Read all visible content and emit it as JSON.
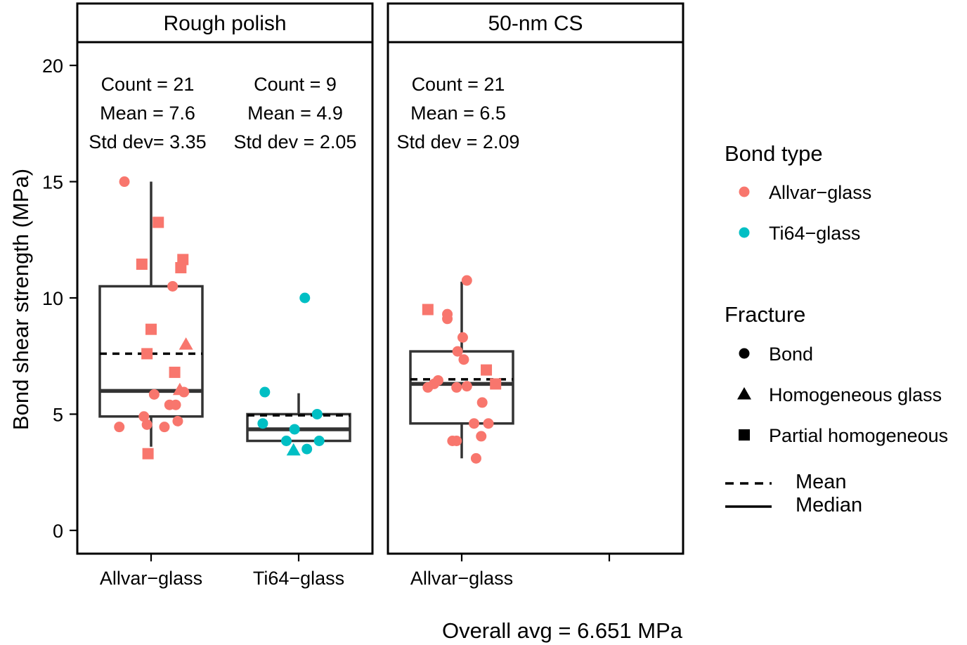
{
  "chart_data": {
    "type": "box",
    "ylabel": "Bond shear strength (MPa)",
    "ylim": [
      -1,
      21
    ],
    "yticks": [
      0,
      5,
      10,
      15,
      20
    ],
    "caption": "Overall avg = 6.651 MPa",
    "legend": {
      "color_title": "Bond type",
      "color_entries": [
        {
          "label": "Allvar−glass",
          "color": "#F8766D"
        },
        {
          "label": "Ti64−glass",
          "color": "#00BFC4"
        }
      ],
      "shape_title": "Fracture",
      "shape_entries": [
        {
          "label": "Bond",
          "shape": "circle"
        },
        {
          "label": "Homogeneous glass",
          "shape": "triangle"
        },
        {
          "label": "Partial homogeneous",
          "shape": "square"
        }
      ],
      "line_entries": [
        {
          "label": "Mean",
          "style": "dashed"
        },
        {
          "label": "Median",
          "style": "solid"
        }
      ]
    },
    "panels": [
      {
        "title": "Rough polish",
        "categories": [
          "Allvar−glass",
          "Ti64−glass"
        ],
        "groups": [
          {
            "category": "Allvar−glass",
            "color": "#F8766D",
            "stats": {
              "count": "Count = 21",
              "mean": "Mean = 7.6",
              "sd": "Std dev= 3.35"
            },
            "box": {
              "whisker_low": 3.6,
              "q1": 4.9,
              "median": 6.0,
              "q3": 10.5,
              "whisker_high": 15.0,
              "mean": 7.6
            },
            "points": [
              {
                "dx": -0.26,
                "y": 15.0,
                "shape": "circle"
              },
              {
                "dx": 0.07,
                "y": 13.25,
                "shape": "square"
              },
              {
                "dx": -0.09,
                "y": 11.45,
                "shape": "square"
              },
              {
                "dx": 0.31,
                "y": 11.65,
                "shape": "square"
              },
              {
                "dx": 0.29,
                "y": 11.3,
                "shape": "square"
              },
              {
                "dx": 0.21,
                "y": 10.5,
                "shape": "circle"
              },
              {
                "dx": 0.0,
                "y": 8.65,
                "shape": "square"
              },
              {
                "dx": 0.34,
                "y": 8.0,
                "shape": "triangle"
              },
              {
                "dx": -0.04,
                "y": 7.6,
                "shape": "square"
              },
              {
                "dx": 0.23,
                "y": 6.8,
                "shape": "square"
              },
              {
                "dx": 0.28,
                "y": 6.05,
                "shape": "triangle"
              },
              {
                "dx": 0.32,
                "y": 5.95,
                "shape": "circle"
              },
              {
                "dx": 0.03,
                "y": 5.85,
                "shape": "circle"
              },
              {
                "dx": 0.18,
                "y": 5.4,
                "shape": "circle"
              },
              {
                "dx": 0.24,
                "y": 5.4,
                "shape": "circle"
              },
              {
                "dx": -0.07,
                "y": 4.9,
                "shape": "circle"
              },
              {
                "dx": 0.26,
                "y": 4.7,
                "shape": "circle"
              },
              {
                "dx": -0.31,
                "y": 4.45,
                "shape": "circle"
              },
              {
                "dx": -0.04,
                "y": 4.55,
                "shape": "circle"
              },
              {
                "dx": 0.13,
                "y": 4.45,
                "shape": "circle"
              },
              {
                "dx": -0.03,
                "y": 3.3,
                "shape": "square"
              }
            ]
          },
          {
            "category": "Ti64−glass",
            "color": "#00BFC4",
            "stats": {
              "count": "Count = 9",
              "mean": "Mean = 4.9",
              "sd": "Std dev = 2.05"
            },
            "box": {
              "whisker_low": 3.85,
              "q1": 3.85,
              "median": 4.35,
              "q3": 5.0,
              "whisker_high": 5.9,
              "mean": 4.95
            },
            "points": [
              {
                "dx": 0.06,
                "y": 10.0,
                "shape": "circle"
              },
              {
                "dx": -0.33,
                "y": 5.95,
                "shape": "circle"
              },
              {
                "dx": 0.18,
                "y": 5.0,
                "shape": "circle"
              },
              {
                "dx": -0.35,
                "y": 4.6,
                "shape": "circle"
              },
              {
                "dx": -0.04,
                "y": 4.35,
                "shape": "circle"
              },
              {
                "dx": -0.12,
                "y": 3.85,
                "shape": "circle"
              },
              {
                "dx": 0.2,
                "y": 3.85,
                "shape": "circle"
              },
              {
                "dx": -0.05,
                "y": 3.45,
                "shape": "triangle"
              },
              {
                "dx": 0.08,
                "y": 3.5,
                "shape": "circle"
              }
            ]
          }
        ]
      },
      {
        "title": "50-nm CS",
        "categories": [
          "Allvar−glass",
          ""
        ],
        "groups": [
          {
            "category": "Allvar−glass",
            "color": "#F8766D",
            "stats": {
              "count": "Count = 21",
              "mean": "Mean = 6.5",
              "sd": "Std dev = 2.09"
            },
            "box": {
              "whisker_low": 3.1,
              "q1": 4.6,
              "median": 6.3,
              "q3": 7.7,
              "whisker_high": 10.7,
              "mean": 6.5
            },
            "points": [
              {
                "dx": 0.05,
                "y": 10.75,
                "shape": "circle"
              },
              {
                "dx": -0.33,
                "y": 9.5,
                "shape": "square"
              },
              {
                "dx": -0.14,
                "y": 9.3,
                "shape": "circle"
              },
              {
                "dx": -0.14,
                "y": 9.1,
                "shape": "circle"
              },
              {
                "dx": 0.01,
                "y": 8.3,
                "shape": "circle"
              },
              {
                "dx": -0.04,
                "y": 7.7,
                "shape": "circle"
              },
              {
                "dx": 0.02,
                "y": 7.35,
                "shape": "circle"
              },
              {
                "dx": 0.24,
                "y": 6.9,
                "shape": "square"
              },
              {
                "dx": -0.23,
                "y": 6.45,
                "shape": "circle"
              },
              {
                "dx": -0.27,
                "y": 6.3,
                "shape": "circle"
              },
              {
                "dx": 0.33,
                "y": 6.3,
                "shape": "square"
              },
              {
                "dx": -0.33,
                "y": 6.15,
                "shape": "circle"
              },
              {
                "dx": -0.05,
                "y": 6.15,
                "shape": "circle"
              },
              {
                "dx": 0.05,
                "y": 6.2,
                "shape": "circle"
              },
              {
                "dx": 0.2,
                "y": 5.5,
                "shape": "circle"
              },
              {
                "dx": 0.12,
                "y": 4.6,
                "shape": "circle"
              },
              {
                "dx": 0.26,
                "y": 4.6,
                "shape": "circle"
              },
              {
                "dx": 0.19,
                "y": 4.05,
                "shape": "circle"
              },
              {
                "dx": -0.09,
                "y": 3.85,
                "shape": "circle"
              },
              {
                "dx": -0.05,
                "y": 3.85,
                "shape": "circle"
              },
              {
                "dx": 0.14,
                "y": 3.1,
                "shape": "circle"
              }
            ]
          }
        ]
      }
    ]
  }
}
